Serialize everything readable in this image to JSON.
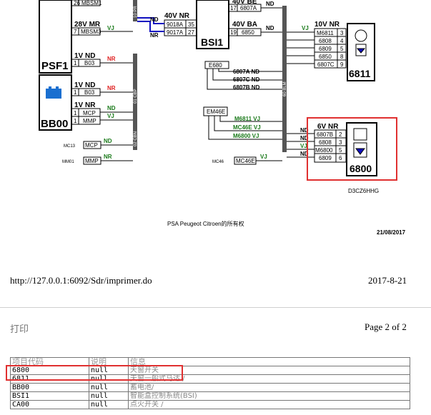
{
  "diagram": {
    "components": {
      "psf1": "PSF1",
      "bb00": "BB00",
      "bsi1": "BSI1",
      "c6811": "6811",
      "c6800": "6800"
    },
    "groups": {
      "g26": {
        "label": "26",
        "cell": "MBSM1"
      },
      "g28": {
        "voltage": "28V MR",
        "num": "7",
        "cell": "MBSM3",
        "wire": "VJ"
      },
      "g1psf": {
        "voltage": "1V ND",
        "num": "1",
        "cell": "B03",
        "wire": "NR"
      },
      "g1bb_a": {
        "voltage": "1V ND",
        "num": "1",
        "cell": "B03",
        "wire": "NR"
      },
      "g1bb_b": {
        "voltage": "1V NR",
        "rows": [
          {
            "num": "1",
            "cell": "MCP",
            "wire": "ND"
          },
          {
            "num": "1",
            "cell": "MMP",
            "wire": "VJ"
          }
        ]
      },
      "g40nr": {
        "voltage": "40V NR",
        "rows": [
          {
            "cell": "9018A",
            "num": "35",
            "wire": "ND"
          },
          {
            "cell": "9017A",
            "num": "27",
            "wire": "NR"
          }
        ]
      },
      "g40be": {
        "voltage": "40V BE",
        "num": "17",
        "cell": "6807A",
        "wire": "ND"
      },
      "g40ba": {
        "voltage": "40V BA",
        "num": "19",
        "cell": "6850",
        "wire": "ND"
      },
      "g10": {
        "voltage": "10V NR",
        "rows": [
          {
            "cell": "M6811",
            "num": "3"
          },
          {
            "cell": "6808",
            "num": "4"
          },
          {
            "cell": "6809",
            "num": "5"
          },
          {
            "cell": "6850",
            "num": "8"
          },
          {
            "cell": "6807C",
            "num": "9"
          }
        ],
        "wire": "VJ"
      },
      "g6": {
        "voltage": "6V NR",
        "rows": [
          {
            "cell": "6807B",
            "num": "2"
          },
          {
            "cell": "6808",
            "num": "3"
          },
          {
            "cell": "M6800",
            "num": "5"
          },
          {
            "cell": "6809",
            "num": "6"
          }
        ]
      }
    },
    "splices": {
      "e680": "E680",
      "em46e": "EM46E",
      "mc13": "MC13",
      "mm01": "MM01",
      "mc46": "MC46",
      "mcp": "MCP",
      "mmp": "MMP",
      "mc46e": "MC46E"
    },
    "wire_labels": {
      "a1": "6807A ND",
      "a2": "6807C ND",
      "a3": "6807B ND",
      "b1": "M6811 VJ",
      "b2": "MC46E VJ",
      "b3": "M6800 VJ",
      "mcp_wire": "ND",
      "mmp_wire": "NR",
      "mc46_wire": "VJ",
      "nd1": "ND",
      "nd2": "ND",
      "nd3": "ND",
      "vj1": "VJ"
    },
    "bus": {
      "b1": "10 PR",
      "b2": "01 CBP",
      "b3": "02 CBN",
      "b4": "60 BLM"
    },
    "ref": "D3CZ6HHG",
    "copyright": "PSA Peugeot Citroen的所有权",
    "date": "21/08/2017"
  },
  "footer": {
    "url": "http://127.0.0.1:6092/Sdr/imprimer.do",
    "date": "2017-8-21",
    "print_label": "打印",
    "page": "Page 2 of 2"
  },
  "table": {
    "headers": [
      "项目代码",
      "说明",
      "信息"
    ],
    "rows": [
      {
        "code": "6800",
        "desc": "null",
        "info": "天窗开关"
      },
      {
        "code": "6811",
        "desc": "null",
        "info": "天窗一般式马达 /"
      },
      {
        "code": "BB00",
        "desc": "null",
        "info": "蓄电池/"
      },
      {
        "code": "BSI1",
        "desc": "null",
        "info": "智能盒控制系统(BSI)"
      },
      {
        "code": "CA00",
        "desc": "null",
        "info": "点火开关 /"
      }
    ]
  },
  "colors": {
    "wire_red": "#e02020",
    "wire_green": "#1a7a1a",
    "wire_blue": "#1010c0",
    "highlight": "#e03030"
  }
}
